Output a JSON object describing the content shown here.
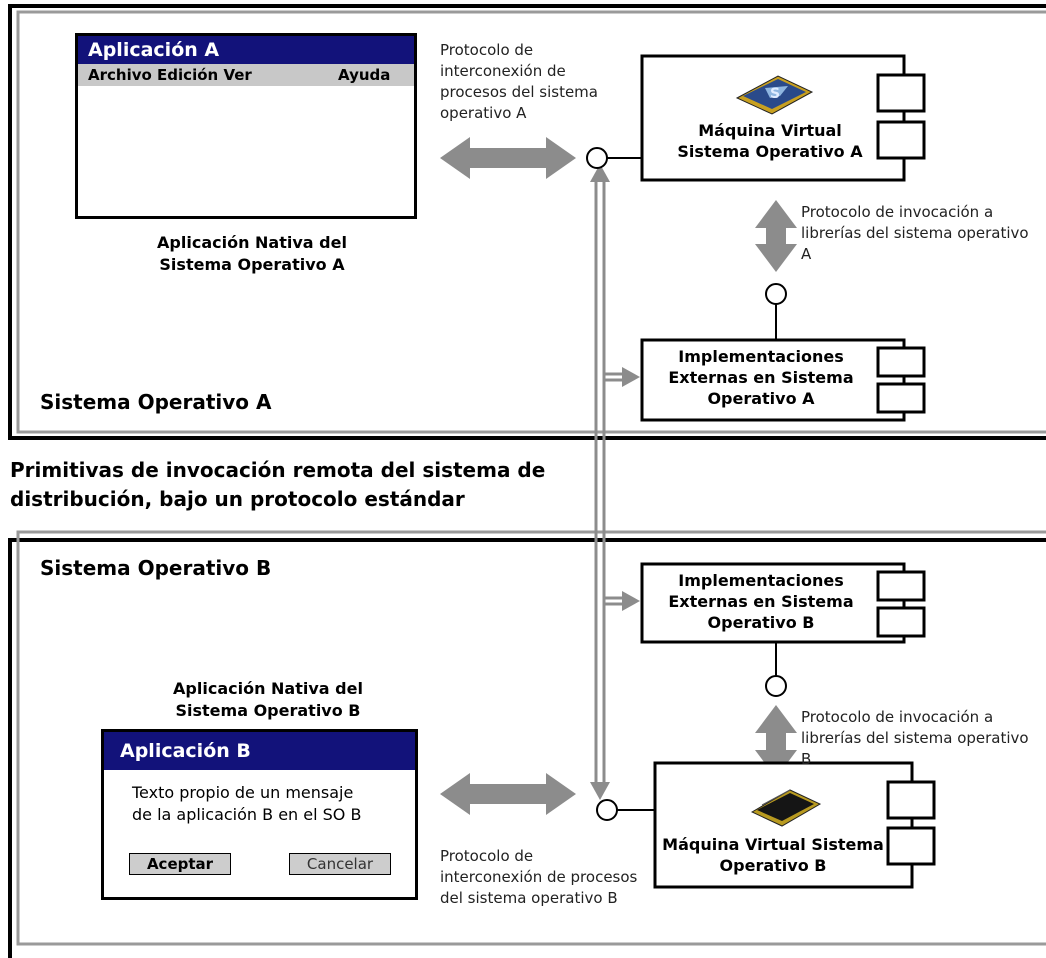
{
  "os_a": {
    "label": "Sistema Operativo A",
    "app_window": {
      "title": "Aplicación A",
      "menu": {
        "archivo": "Archivo",
        "edicion": "Edición",
        "ver": "Ver",
        "ayuda": "Ayuda"
      }
    },
    "app_caption": "Aplicación Nativa del Sistema Operativo A",
    "ipc_note": "Protocolo de interconexión de procesos del sistema operativo A",
    "vm_label": "Máquina Virtual Sistema Operativo A",
    "lib_note": "Protocolo de invocación a librerías del sistema operativo A",
    "ext_label": "Implementaciones Externas en Sistema Operativo A"
  },
  "middle_note": "Primitivas de invocación remota del sistema de distribución, bajo un protocolo estándar",
  "os_b": {
    "label": "Sistema Operativo B",
    "ext_label": "Implementaciones Externas en Sistema Operativo B",
    "lib_note": "Protocolo de invocación a librerías del sistema operativo B",
    "app_caption": "Aplicación Nativa del Sistema Operativo B",
    "app_window": {
      "title": "Aplicación B",
      "message": "Texto propio de un mensaje de la aplicación B en el SO B",
      "ok_label": "Aceptar",
      "cancel_label": "Cancelar"
    },
    "ipc_note": "Protocolo de interconexión de procesos del sistema operativo B",
    "vm_label": "Máquina Virtual Sistema Operativo B"
  },
  "colors": {
    "arrow": "#8c8c8c",
    "title_bar": "#12127a",
    "menu_bar": "#c8c8c8",
    "border": "#000000"
  },
  "icons": {
    "vm_a": "cpu-chip-icon",
    "vm_b": "cpu-chip-icon"
  }
}
